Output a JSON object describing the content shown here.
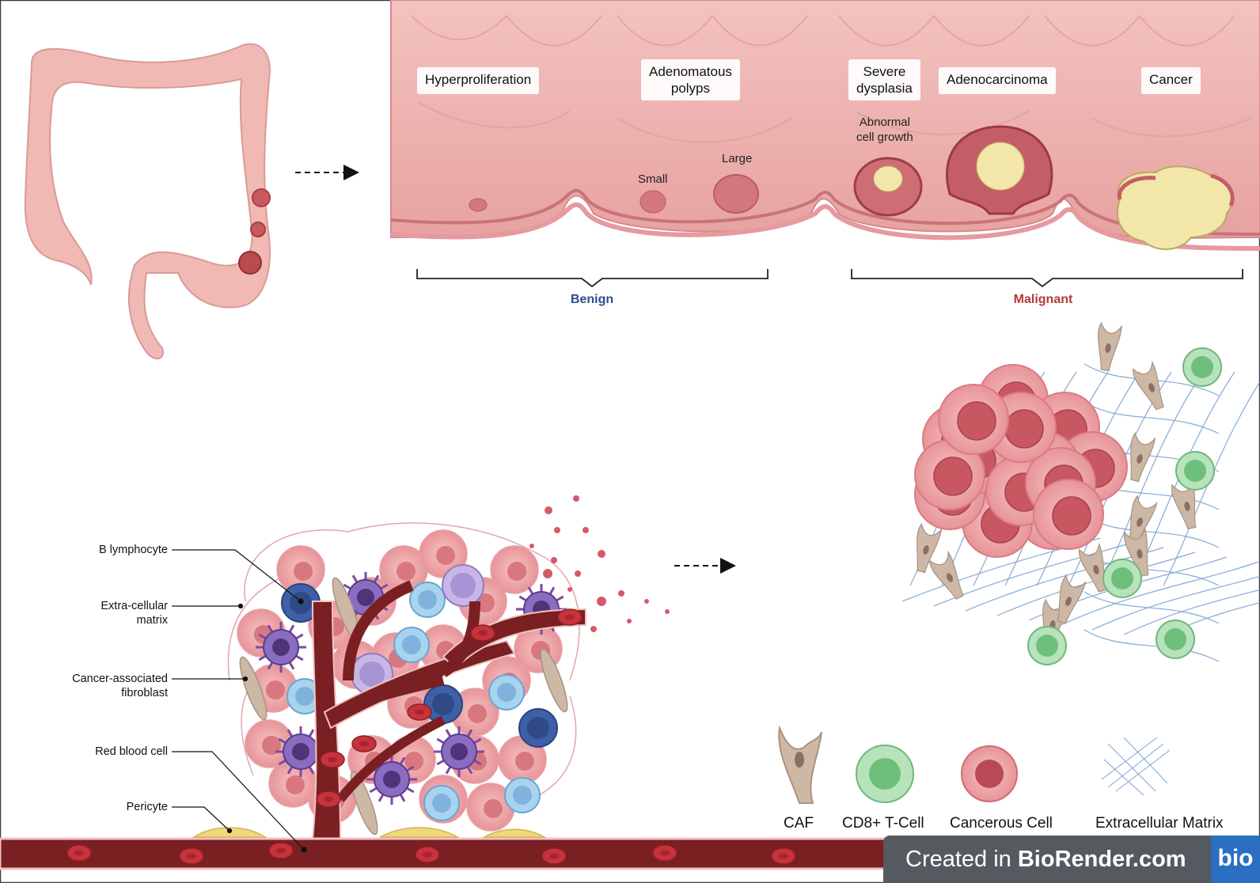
{
  "colon": {
    "name": "colon-illustration"
  },
  "stages": [
    {
      "lines": [
        "Hyperproliferation"
      ]
    },
    {
      "lines": [
        "Adenomatous",
        "polyps"
      ]
    },
    {
      "lines": [
        "Severe",
        "dysplasia"
      ]
    },
    {
      "lines": [
        "Adenocarcinoma"
      ]
    },
    {
      "lines": [
        "Cancer"
      ]
    }
  ],
  "polyp_sizes": {
    "small": "Small",
    "large": "Large"
  },
  "abnormal_growth": {
    "lines": [
      "Abnormal",
      "cell growth"
    ]
  },
  "categories": {
    "benign": {
      "label": "Benign",
      "color": "#2b4f8c"
    },
    "malignant": {
      "label": "Malignant",
      "color": "#b33a3a"
    }
  },
  "callouts": [
    {
      "lines": [
        "B lymphocyte"
      ]
    },
    {
      "lines": [
        "Extra-cellular",
        "matrix"
      ]
    },
    {
      "lines": [
        "Cancer-associated",
        "fibroblast"
      ]
    },
    {
      "lines": [
        "Red blood cell"
      ]
    },
    {
      "lines": [
        "Pericyte"
      ]
    }
  ],
  "legend": [
    {
      "label": "CAF"
    },
    {
      "label": "CD8+ T-Cell"
    },
    {
      "label": "Cancerous Cell"
    },
    {
      "label": "Extracellular Matrix"
    }
  ],
  "watermark": {
    "prefix": "Created in ",
    "brand": "BioRender.com",
    "logo": "bio"
  },
  "palette": {
    "tissue": "#f0b6b2",
    "tissue_dark": "#d9878a",
    "tumor": "#f2e6a8",
    "vessel": "#7a1f22",
    "rbc": "#c8323c",
    "b_cell": "#3f5fa8",
    "t_cell": "#8fd19a",
    "macrophage": "#7c4aa0",
    "fibroblast": "#cdb8a6",
    "ecm": "#5b8ec9"
  }
}
